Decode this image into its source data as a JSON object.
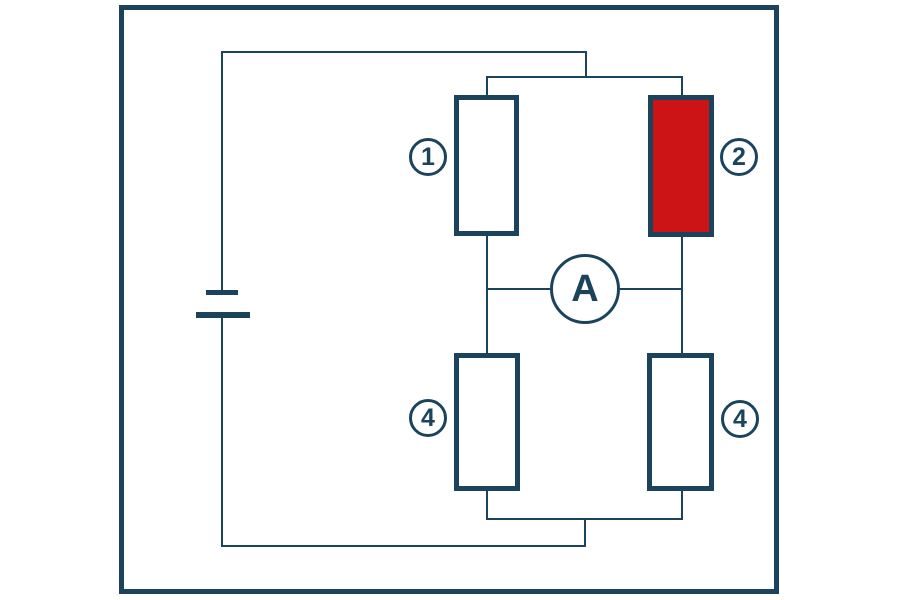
{
  "labels": {
    "resistor_1": "1",
    "resistor_2": "2",
    "resistor_4_left": "4",
    "resistor_4_right": "4",
    "ammeter": "A"
  },
  "colors": {
    "line": "#1b445c",
    "highlight": "#cc1316",
    "background": "#ffffff"
  }
}
